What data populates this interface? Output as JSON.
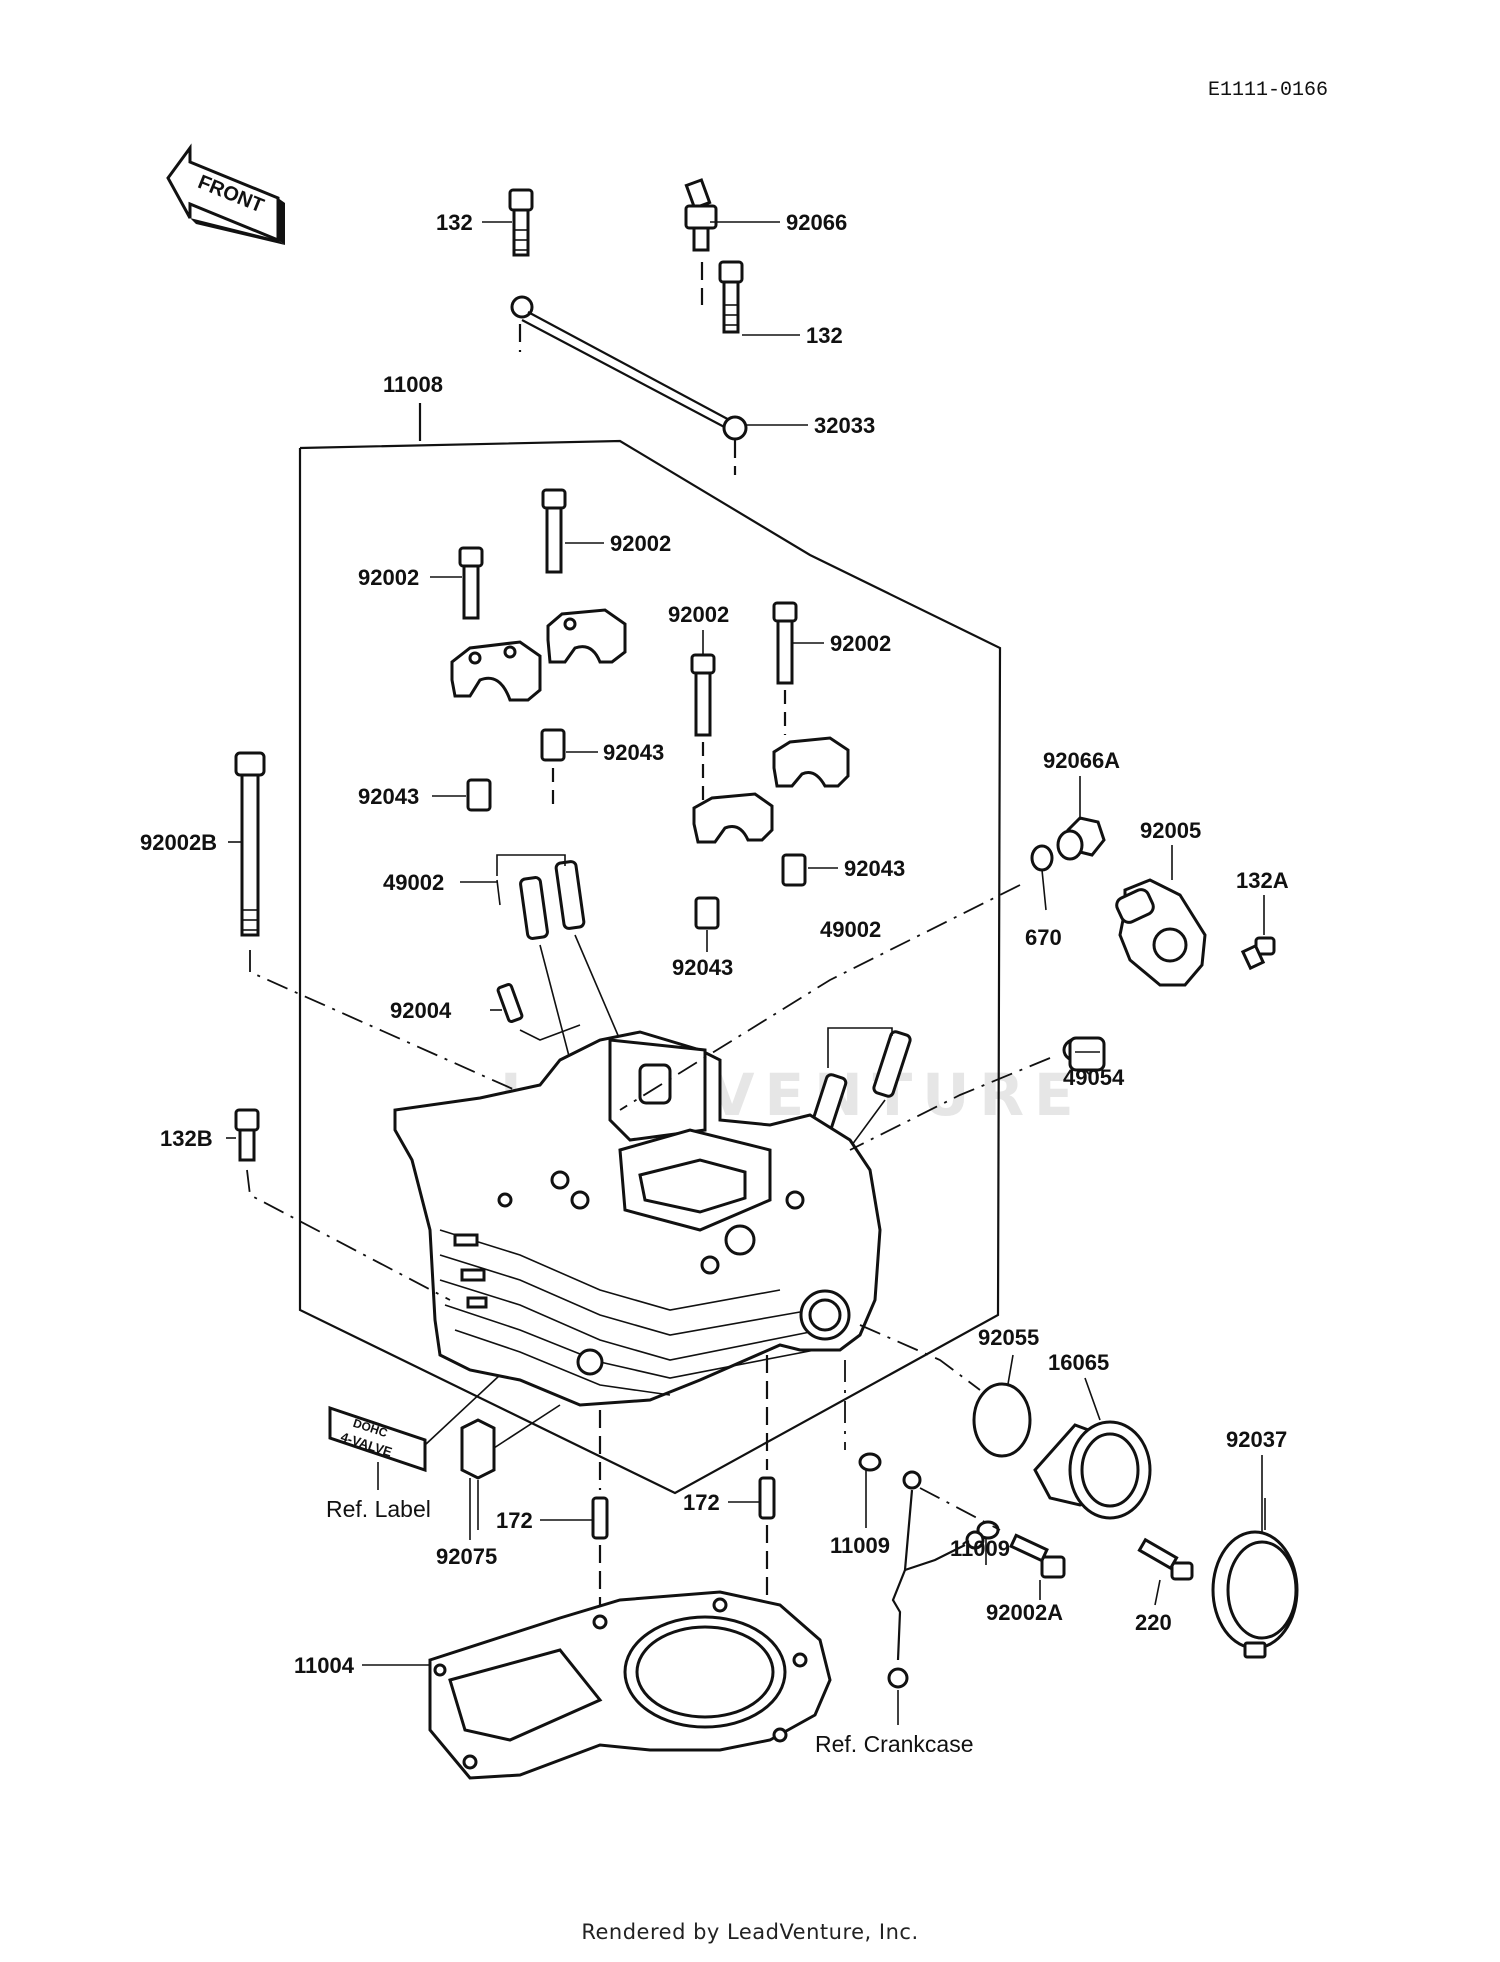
{
  "diagram_code": "E1111-0166",
  "front_label": "FRONT",
  "footer": "Rendered by LeadVenture, Inc.",
  "parts": {
    "p132_top": "132",
    "p92066": "92066",
    "p132_mid": "132",
    "p11008": "11008",
    "p32033": "32033",
    "p92002_a": "92002",
    "p92002_b": "92002",
    "p92002_c": "92002",
    "p92002_d": "92002",
    "p92043_a": "92043",
    "p92043_b": "92043",
    "p92043_c": "92043",
    "p92043_d": "92043",
    "p92002B": "92002B",
    "p49002_a": "49002",
    "p49002_b": "49002",
    "p92066A": "92066A",
    "p92005": "92005",
    "p132A": "132A",
    "p670": "670",
    "p92004": "92004",
    "p49054": "49054",
    "p132B": "132B",
    "p92055": "92055",
    "p16065": "16065",
    "p92037": "92037",
    "p172_a": "172",
    "p172_b": "172",
    "p11009_a": "11009",
    "p11009_b": "11009",
    "p92002A": "92002A",
    "p220": "220",
    "p92075": "92075",
    "p11004": "11004"
  },
  "refs": {
    "ref_label": "Ref. Label",
    "ref_crankcase": "Ref. Crankcase"
  },
  "label_plate": {
    "line1": "DOHC",
    "line2": "4-VALVE"
  },
  "watermark": "LEADVENTURE"
}
